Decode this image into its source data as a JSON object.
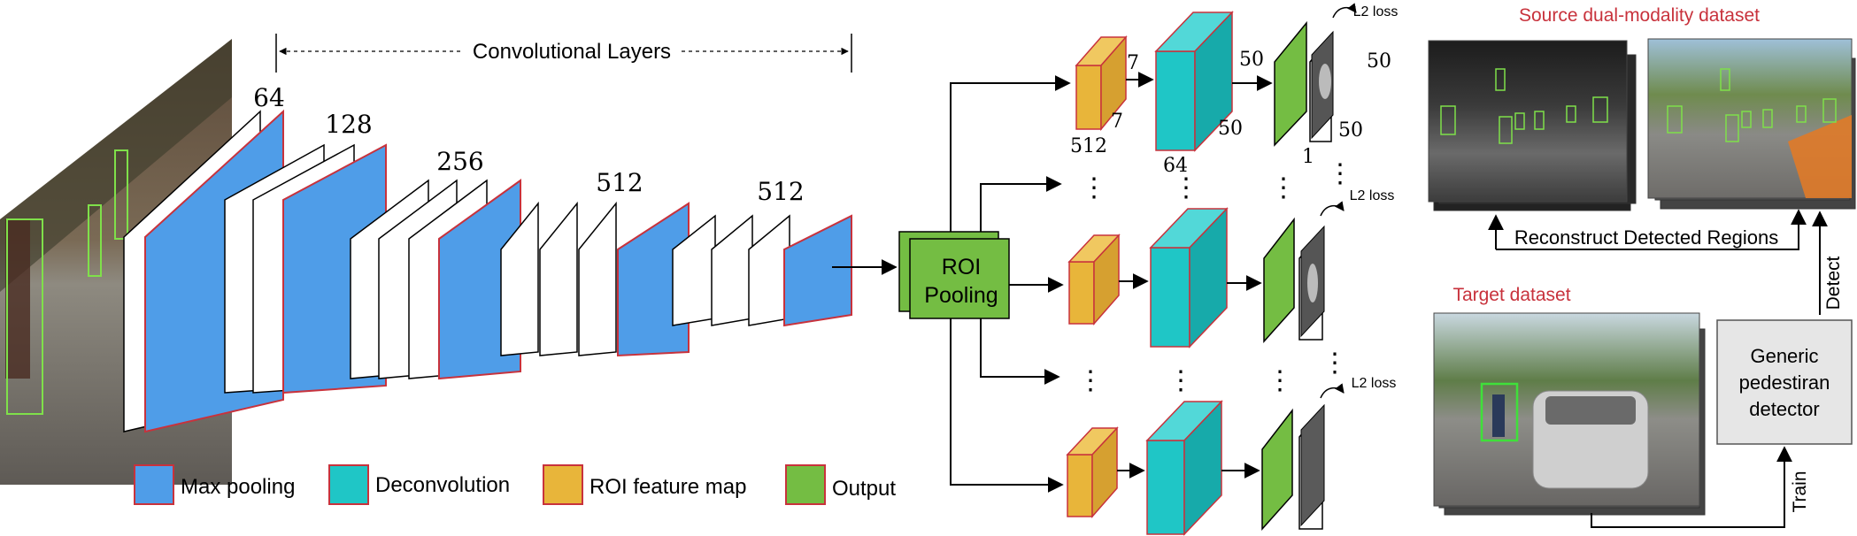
{
  "conv": {
    "header_label": "Convolutional Layers",
    "block_labels": [
      "64",
      "128",
      "256",
      "512",
      "512"
    ]
  },
  "roi": {
    "label_line1": "ROI",
    "label_line2": "Pooling"
  },
  "branch_top": {
    "roi_size": "7",
    "roi_size_side": "7",
    "roi_channels": "512",
    "deconv_channels": "64",
    "deconv_size": "50",
    "deconv_size_side": "50",
    "out_size": "50",
    "out_channels": "1",
    "recon_size": "50",
    "recon_size_side": "50"
  },
  "loss_label": "L2 loss",
  "dots": "⋮",
  "right": {
    "source_title": "Source dual-modality dataset",
    "reconstruct_label": "Reconstruct Detected Regions",
    "target_title": "Target dataset",
    "detector_line1": "Generic",
    "detector_line2": "pedestiran",
    "detector_line3": "detector",
    "detect_label": "Detect",
    "train_label": "Train"
  },
  "legend": [
    {
      "label": "Max pooling",
      "color": "#4f9de8"
    },
    {
      "label": "Deconvolution",
      "color": "#1fc6c6"
    },
    {
      "label": "ROI  feature map",
      "color": "#e8b53a"
    },
    {
      "label": "Output",
      "color": "#74bd43"
    }
  ],
  "colors": {
    "maxpool": "#4f9de8",
    "deconv": "#1fc6c6",
    "roi_map": "#e8b53a",
    "output": "#74bd43",
    "title_red": "#c8323c",
    "border_red": "#c8323c"
  }
}
